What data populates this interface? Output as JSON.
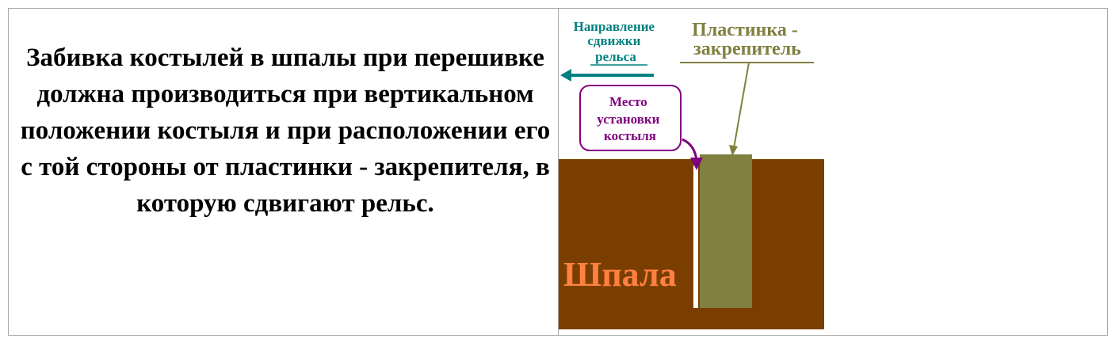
{
  "main_text": "Забивка костылей в шпалы при перешивке должна производиться при вертикальном положении костыля и при расположении его с той стороны от пластинки - закрепителя, в которую сдвигают рельс.",
  "diagram": {
    "direction_label": [
      "Направление",
      "сдвижки",
      "рельса"
    ],
    "plate_label": [
      "Пластинка -",
      "закрепитель"
    ],
    "spike_place_label": [
      "Место",
      "установки",
      "костыля"
    ],
    "sleeper_label": "Шпала"
  },
  "colors": {
    "sleeper": "#7a3f00",
    "plate": "#808040",
    "direction": "#008080",
    "spike_callout": "#800080",
    "sleeper_text": "#ff8040",
    "plate_text": "#808040"
  }
}
